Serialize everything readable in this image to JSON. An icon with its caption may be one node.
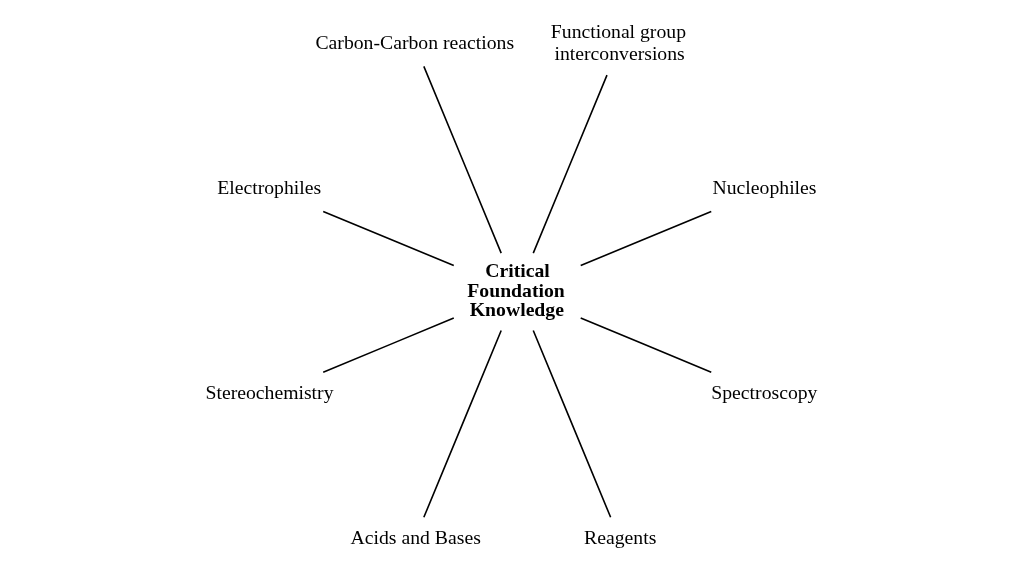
{
  "diagram": {
    "nodes": [
      {
        "text": [
          "Nucleophiles"
        ]
      },
      {
        "text": [
          "Functional group interconversions"
        ]
      },
      {
        "text": [
          "Carbon-Carbon reactions"
        ]
      },
      {
        "text": [
          "Critical Foundation Knowledge"
        ]
      },
      {
        "text": [
          "Electrophiles"
        ]
      },
      {
        "text": [
          "Stereochemistry"
        ]
      },
      {
        "text": [
          "Acids and Bases"
        ]
      },
      {
        "text": [
          "Reagents"
        ]
      },
      {
        "text": [
          "Spectroscopy"
        ]
      }
    ],
    "edges": [
      {
        "from": 3,
        "to": 0,
        "arrow": "none"
      },
      {
        "from": 3,
        "to": 2,
        "arrow": "none"
      },
      {
        "from": 3,
        "to": 5,
        "arrow": "none"
      },
      {
        "from": 3,
        "to": 7,
        "arrow": "none"
      },
      {
        "from": 3,
        "to": 8,
        "arrow": "none"
      },
      {
        "from": 3,
        "to": 6,
        "arrow": "none"
      },
      {
        "from": 3,
        "to": 4,
        "arrow": "none"
      },
      {
        "from": 3,
        "to": 1,
        "arrow": "none"
      }
    ]
  }
}
